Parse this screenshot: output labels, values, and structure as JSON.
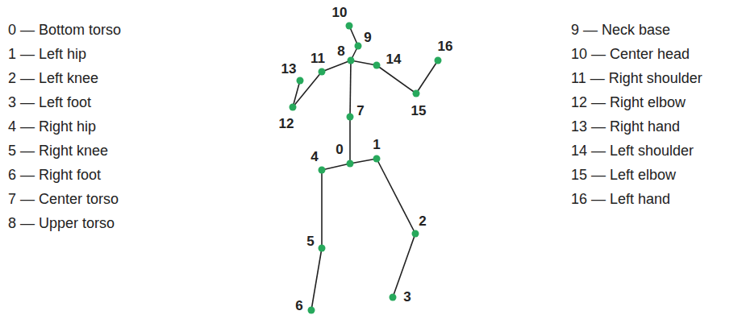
{
  "diagram": {
    "labels": [
      "0 — Bottom torso",
      "1 — Left hip",
      "2 — Left knee",
      "3 — Left foot",
      "4 — Right hip",
      "5 — Right knee",
      "6 — Right foot",
      "7 — Center torso",
      "8 — Upper torso",
      "10",
      "9",
      "16",
      "8",
      "11",
      "14",
      "13",
      "15",
      "7",
      "12",
      "1",
      "0",
      "4",
      "2",
      "5",
      "3",
      "6",
      "9 — Neck base",
      "10 — Center head",
      "11 — Right shoulder",
      "12 — Right elbow",
      "13 — Right hand",
      "14 — Left shoulder",
      "15 — Left elbow",
      "16 — Left hand"
    ]
  }
}
